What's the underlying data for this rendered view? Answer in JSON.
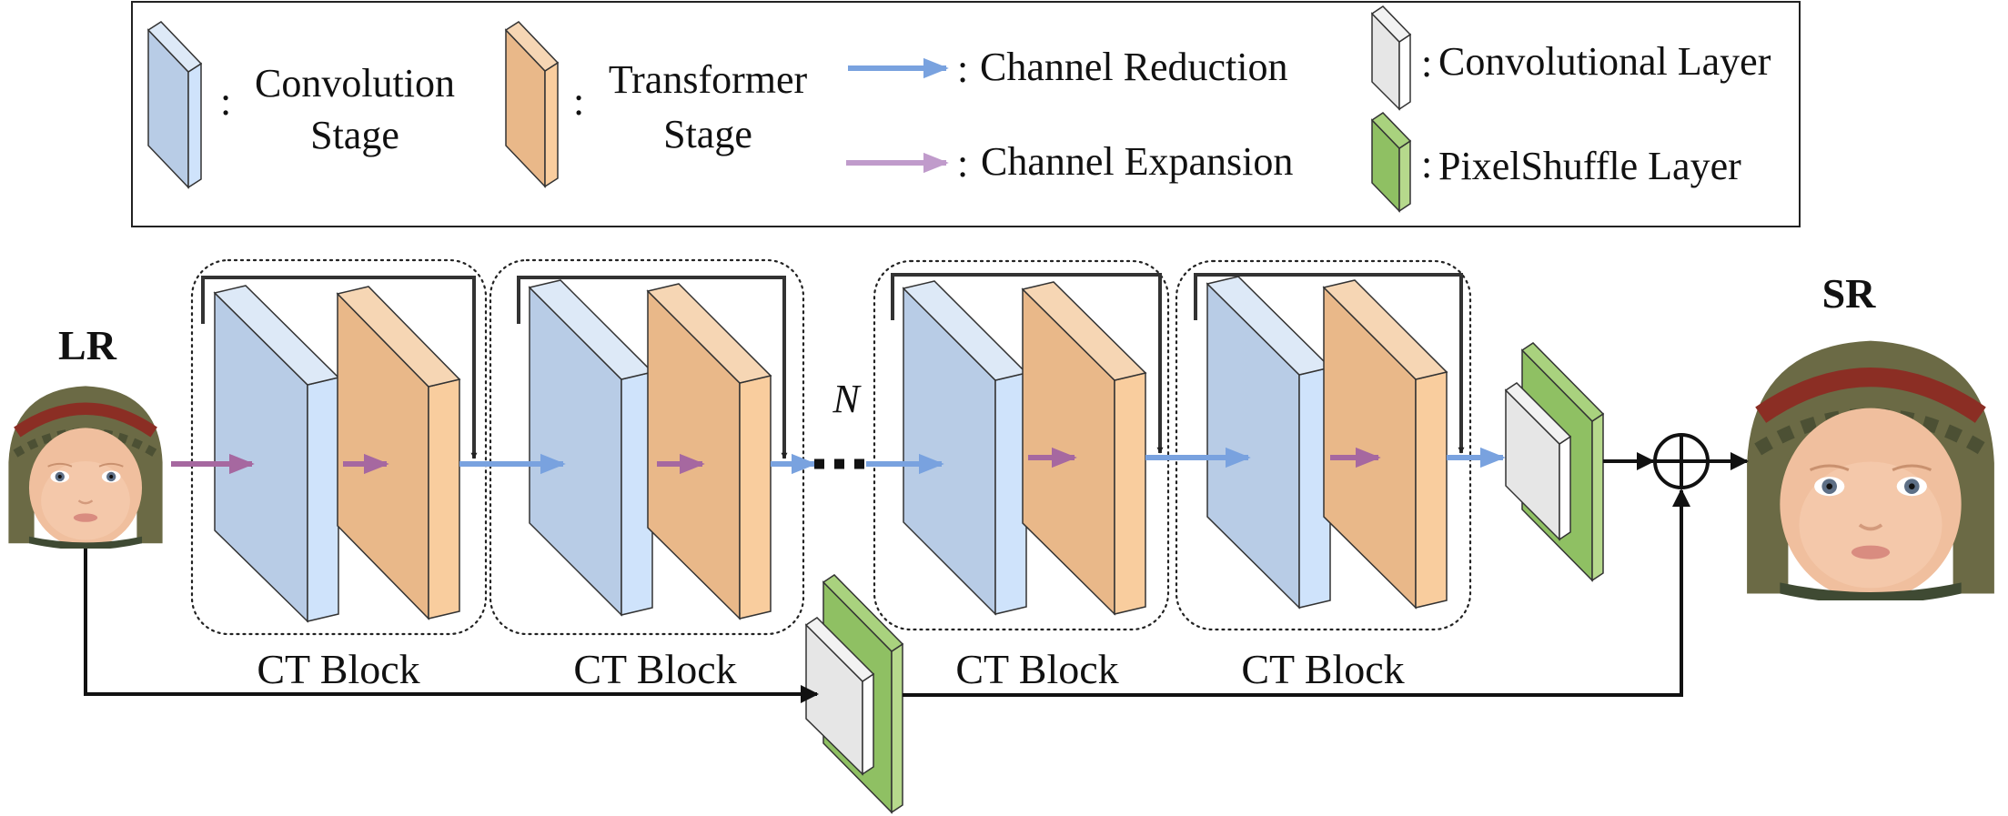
{
  "legend": {
    "convolution_stage": [
      "Convolution",
      "Stage"
    ],
    "transformer_stage": [
      "Transformer",
      "Stage"
    ],
    "channel_reduction": "Channel Reduction",
    "channel_expansion": "Channel Expansion",
    "convolutional_layer": "Convolutional Layer",
    "pixelshuffle_layer": "PixelShuffle Layer"
  },
  "diagram": {
    "input_label": "LR",
    "output_label": "SR",
    "repeat_label": "N",
    "blocks": [
      {
        "label": "CT Block"
      },
      {
        "label": "CT Block"
      },
      {
        "label": "CT Block"
      },
      {
        "label": "CT Block"
      }
    ]
  },
  "colors": {
    "conv_front": "#b8cce6",
    "conv_side": "#cfe3fb",
    "trans_front": "#e9b889",
    "trans_side": "#f9cd9e",
    "conv_layer_front": "#e6e6e6",
    "conv_layer_side": "#ffffff",
    "pixelshuffle_front": "#8fc063",
    "pixelshuffle_side": "#b6d98c",
    "reduction_arrow": "#79a2df",
    "expansion_arrow": "#b98bb9"
  },
  "icons": {
    "sum": "circled-plus-icon",
    "input_image": "baby-face-image",
    "output_image": "baby-face-image"
  }
}
